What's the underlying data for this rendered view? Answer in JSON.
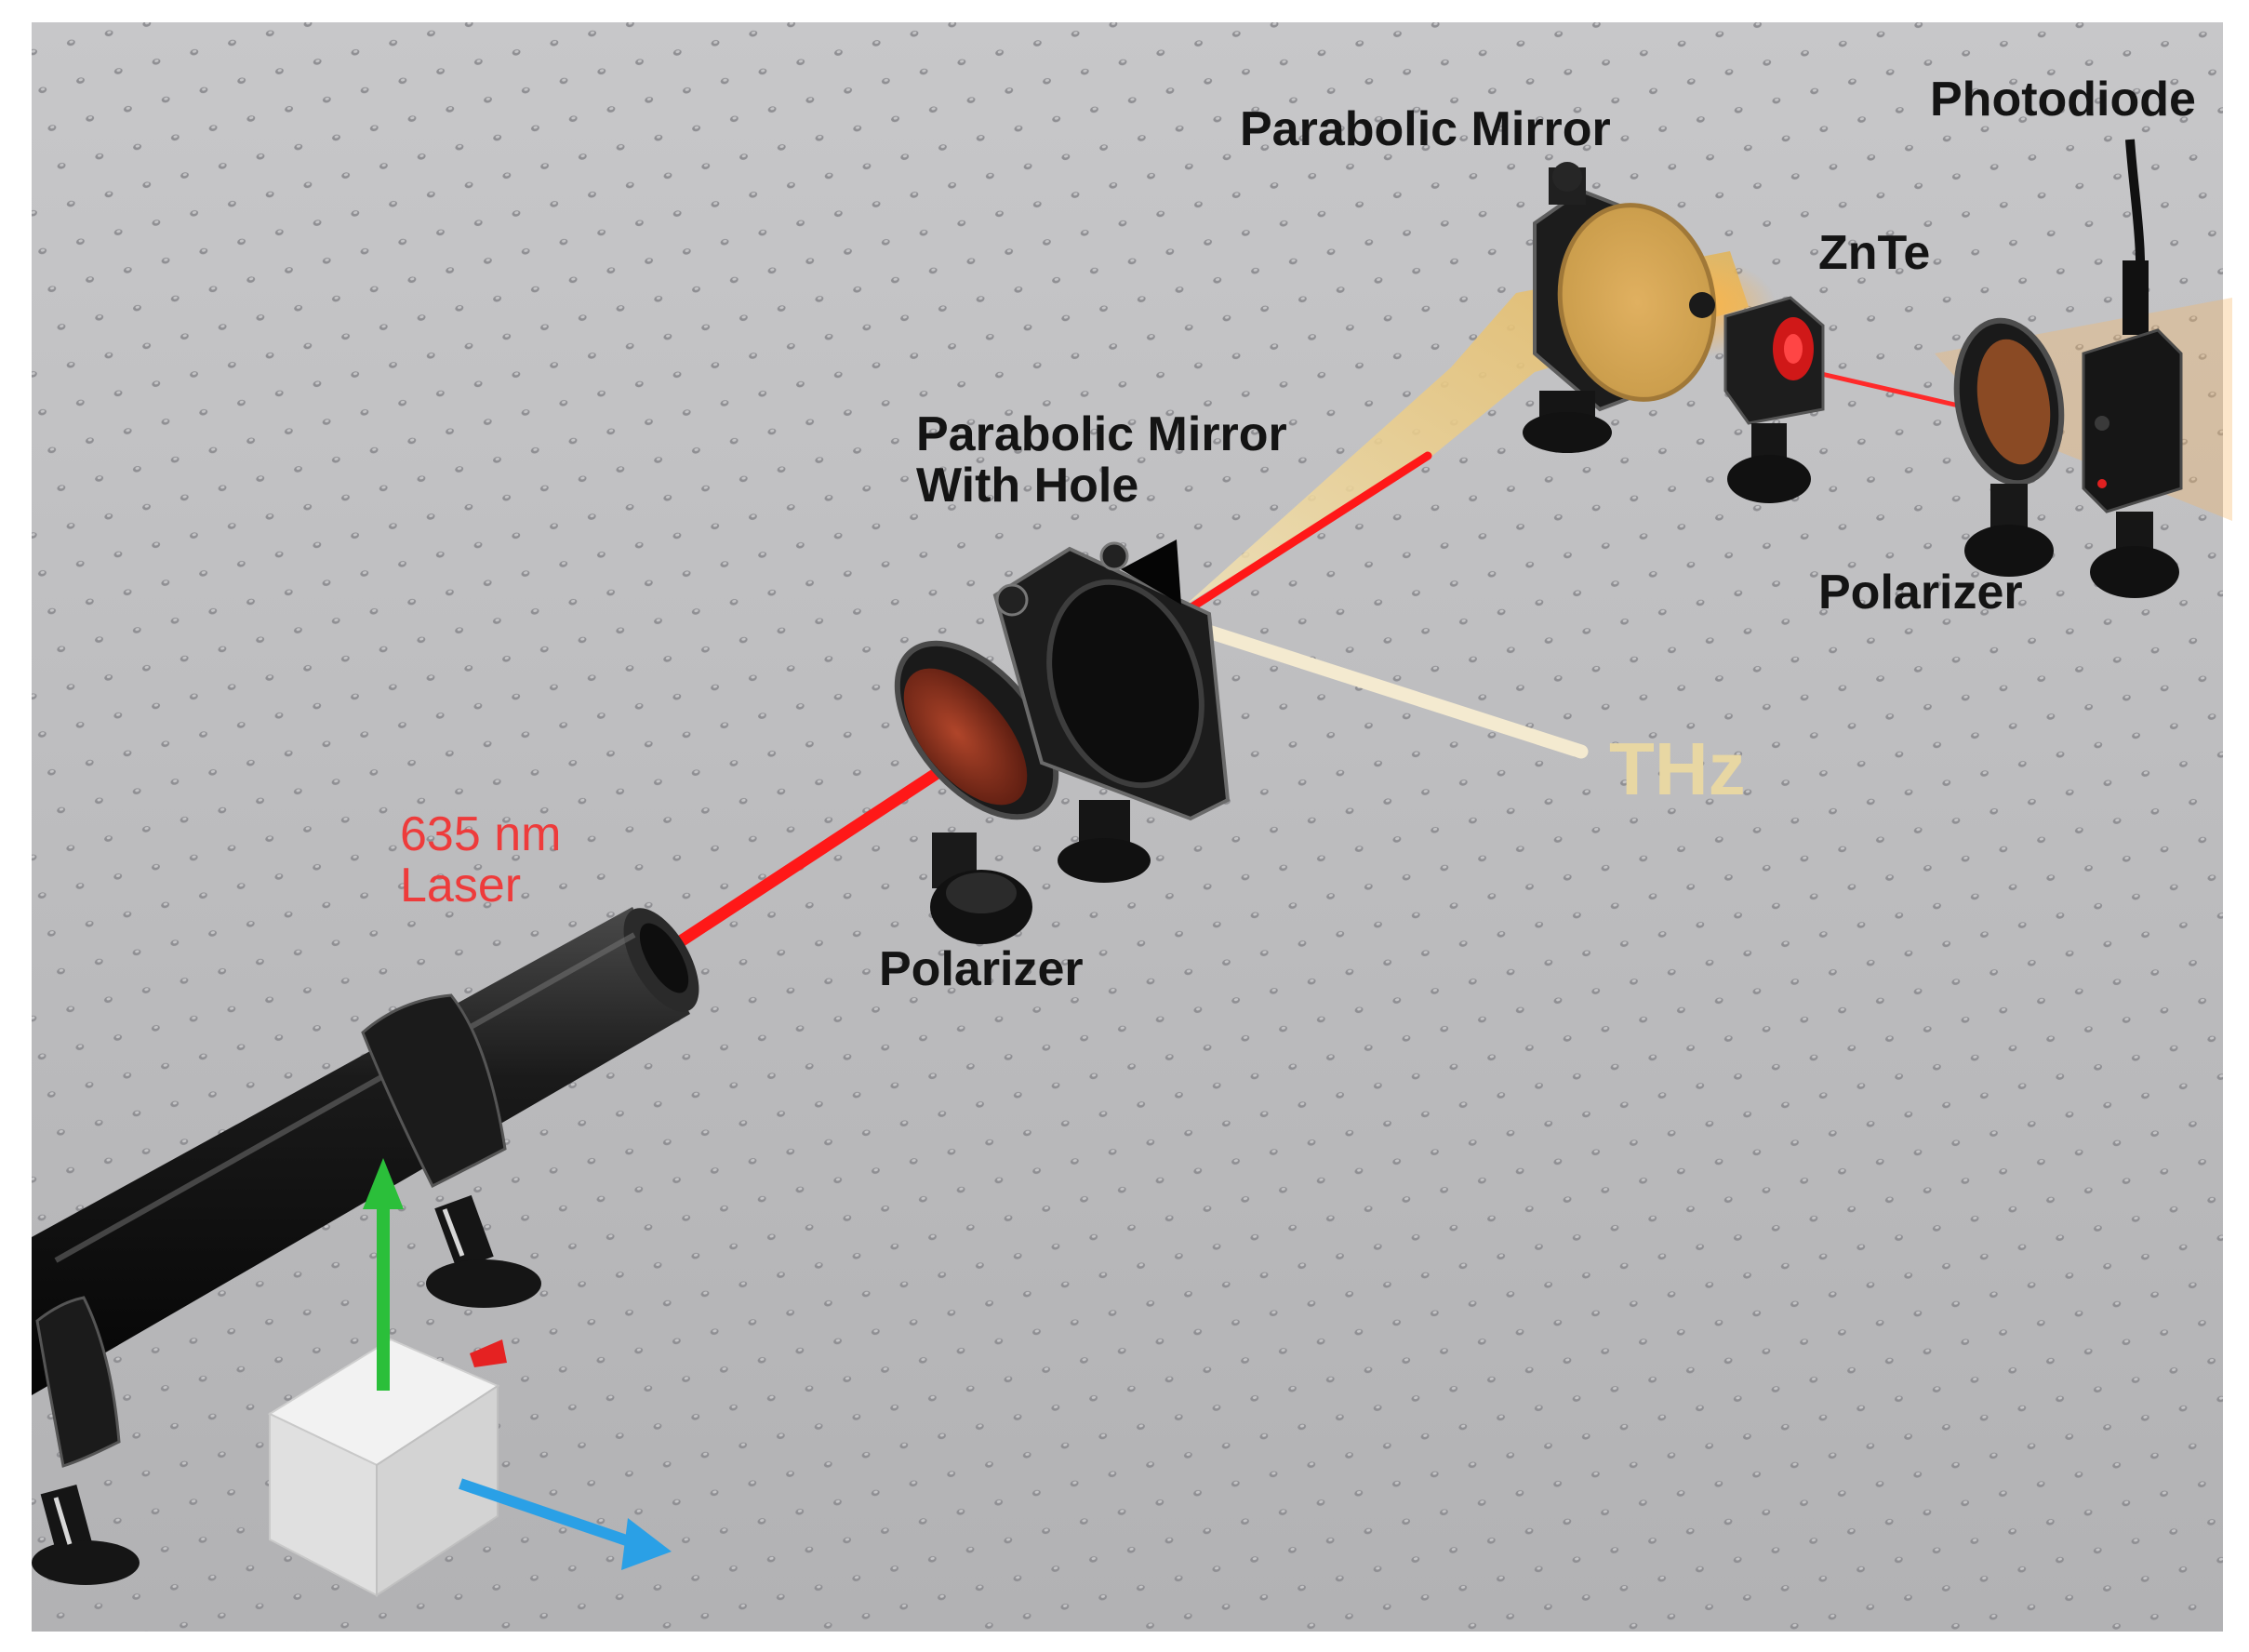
{
  "labels": {
    "parabolic_mirror": "Parabolic Mirror",
    "photodiode": "Photodiode",
    "znte": "ZnTe",
    "parabolic_mirror_hole_line1": "Parabolic Mirror",
    "parabolic_mirror_hole_line2": "With Hole",
    "polarizer_right": "Polarizer",
    "thz": "THz",
    "laser_line1": "635 nm",
    "laser_line2": "Laser",
    "polarizer_left": "Polarizer"
  },
  "colors": {
    "table": "#b9b9bb",
    "table_holes": "#8d8d90",
    "laser_beam": "#ff1a1a",
    "thz_beam": "#f2e6c4",
    "thz_cone": "#e7c77a",
    "equipment": "#111111",
    "axis_x": "#2aa0e6",
    "axis_y": "#2bbf3a",
    "axis_z": "#e52222"
  },
  "icons": {
    "laser": "cylinder-laser-icon",
    "mirror": "parabolic-mirror-icon",
    "polarizer": "polarizer-disc-icon",
    "crystal": "znte-crystal-icon",
    "detector": "photodiode-icon",
    "gizmo": "axis-gizmo-icon"
  }
}
